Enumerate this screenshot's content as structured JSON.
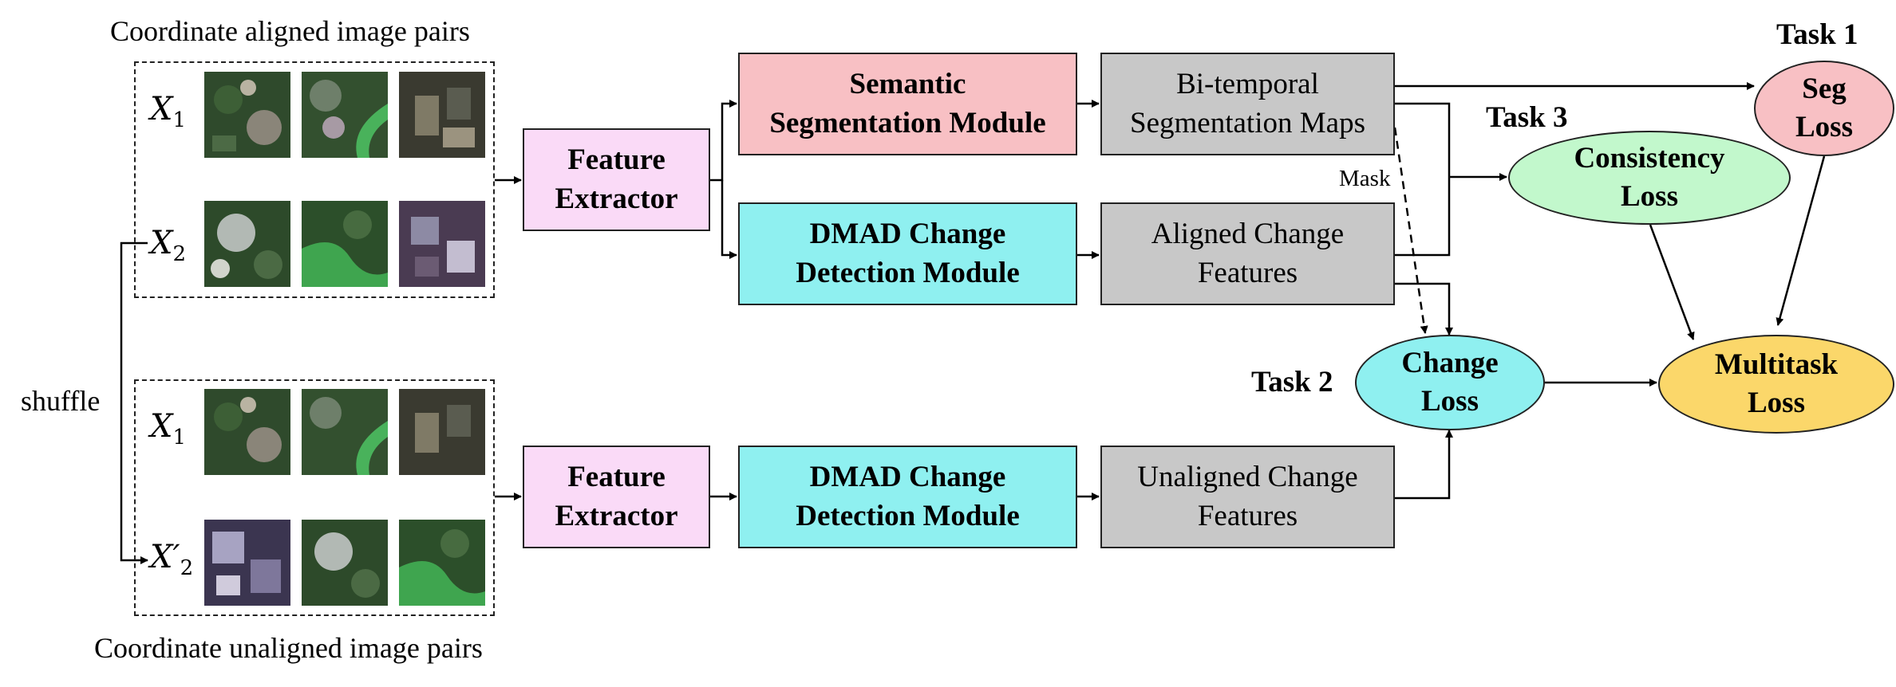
{
  "captions": {
    "aligned": "Coordinate aligned image pairs",
    "unaligned": "Coordinate unaligned image pairs",
    "shuffle": "shuffle",
    "mask": "Mask"
  },
  "labels": {
    "x1_top": "X",
    "x1_top_sub": "1",
    "x2_top": "X",
    "x2_top_sub": "2",
    "x1_bottom": "X",
    "x1_bottom_sub": "1",
    "x2_bottom": "X′",
    "x2_bottom_sub": "2"
  },
  "boxes": {
    "feature_top": [
      "Feature",
      "Extractor"
    ],
    "semantic": [
      "Semantic",
      "Segmentation Module"
    ],
    "dmad_top": [
      "DMAD Change",
      "Detection Module"
    ],
    "bitemporal": [
      "Bi-temporal",
      "Segmentation Maps"
    ],
    "aligned_features": [
      "Aligned Change",
      "Features"
    ],
    "feature_bottom": [
      "Feature",
      "Extractor"
    ],
    "dmad_bottom": [
      "DMAD Change",
      "Detection Module"
    ],
    "unaligned_features": [
      "Unaligned Change",
      "Features"
    ]
  },
  "losses": {
    "seg": [
      "Seg",
      "Loss"
    ],
    "consistency": [
      "Consistency",
      "Loss"
    ],
    "change": [
      "Change",
      "Loss"
    ],
    "multitask": [
      "Multitask",
      "Loss"
    ]
  },
  "tasks": {
    "task1": "Task 1",
    "task2": "Task 2",
    "task3": "Task 3"
  },
  "colors": {
    "pink_feature": "#fadaf7",
    "red_semantic": "#f8c0c4",
    "cyan": "#8ff0f0",
    "gray": "#c8c8c8",
    "green_consistency": "#c2f8cc",
    "yellow_multitask": "#fbd76a",
    "pink_seg": "#f8c0c4"
  }
}
